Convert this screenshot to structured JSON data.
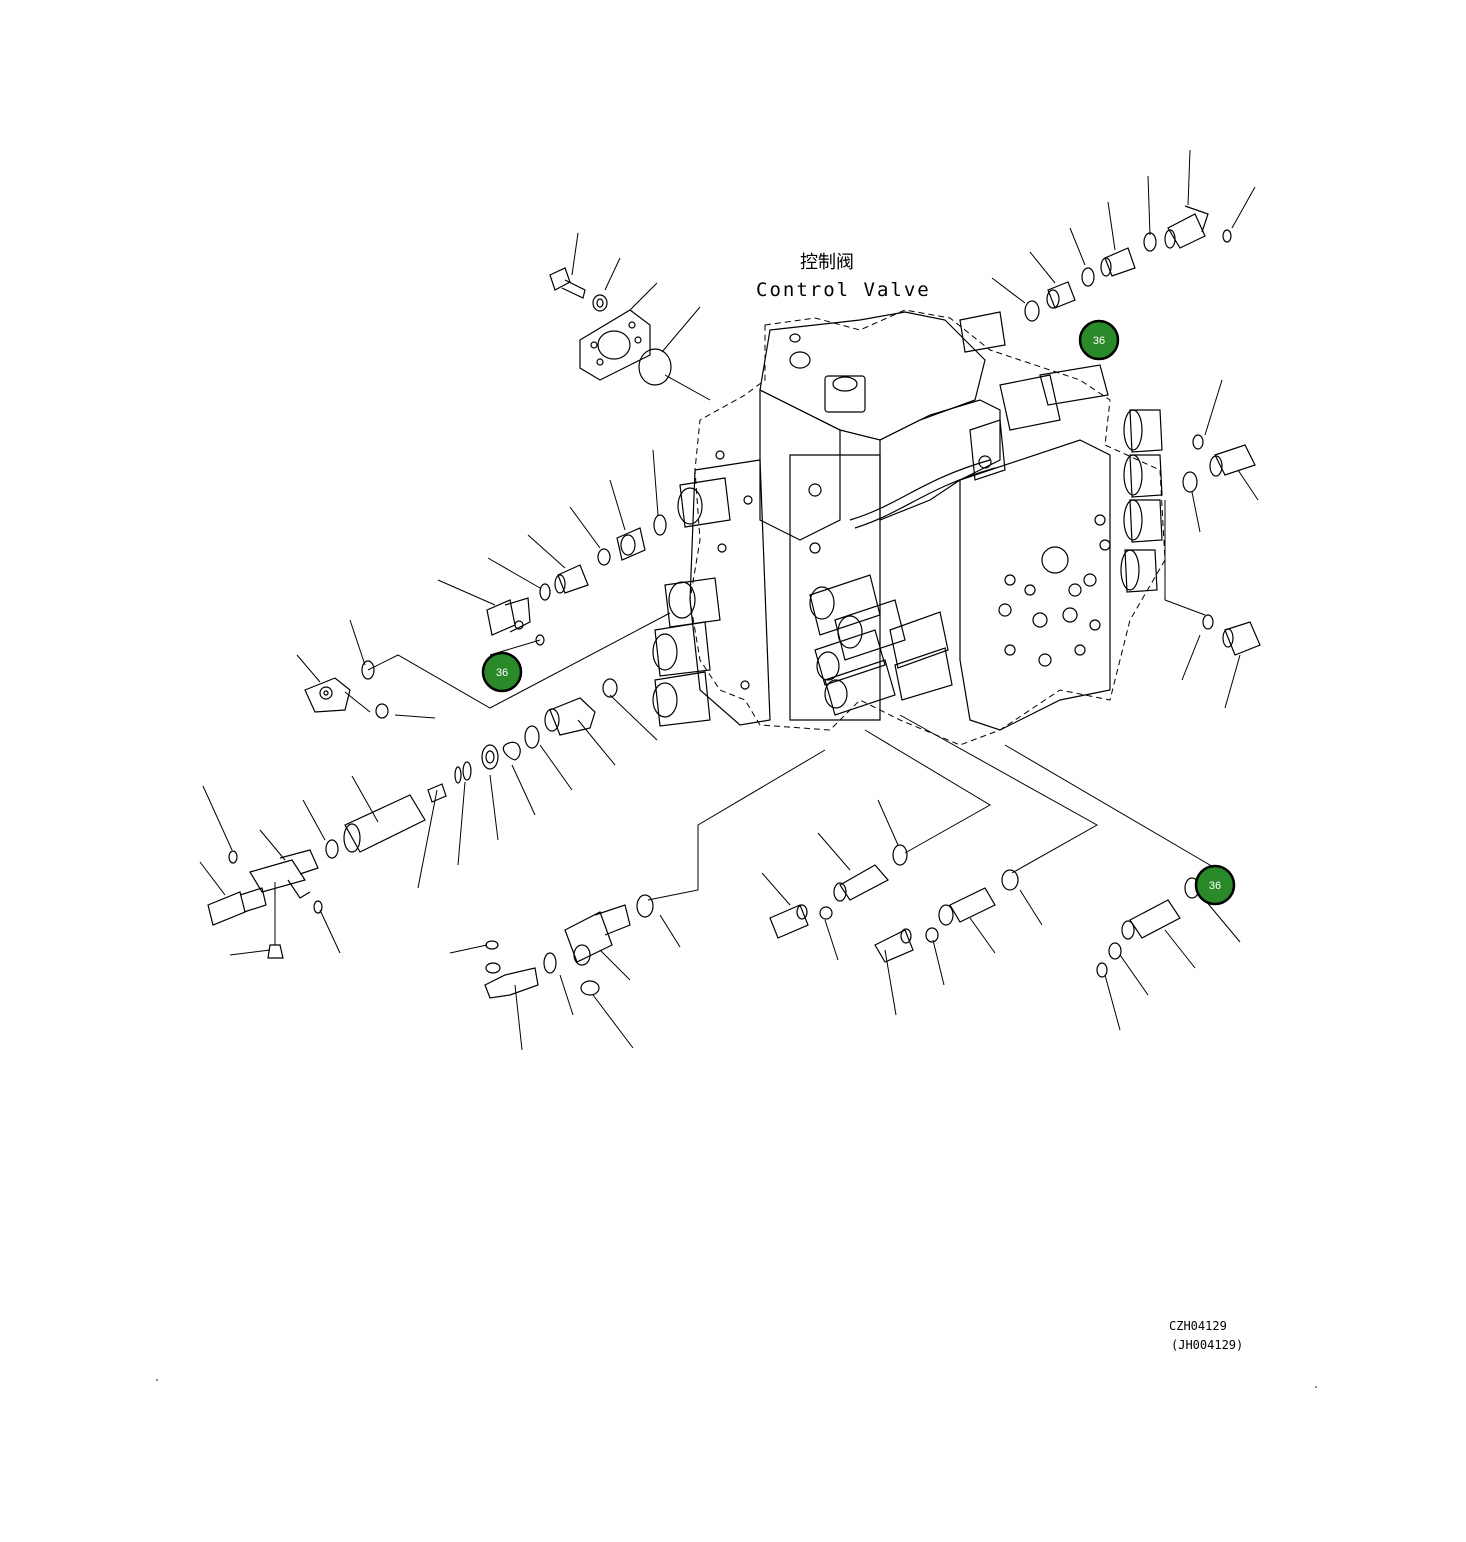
{
  "title_cn": "控制阀",
  "title_en": "Control Valve",
  "drawing_code": "CZH04129",
  "drawing_code_alt": "(JH004129)",
  "callout_label": "36",
  "callout_color": "#2a8a2a"
}
